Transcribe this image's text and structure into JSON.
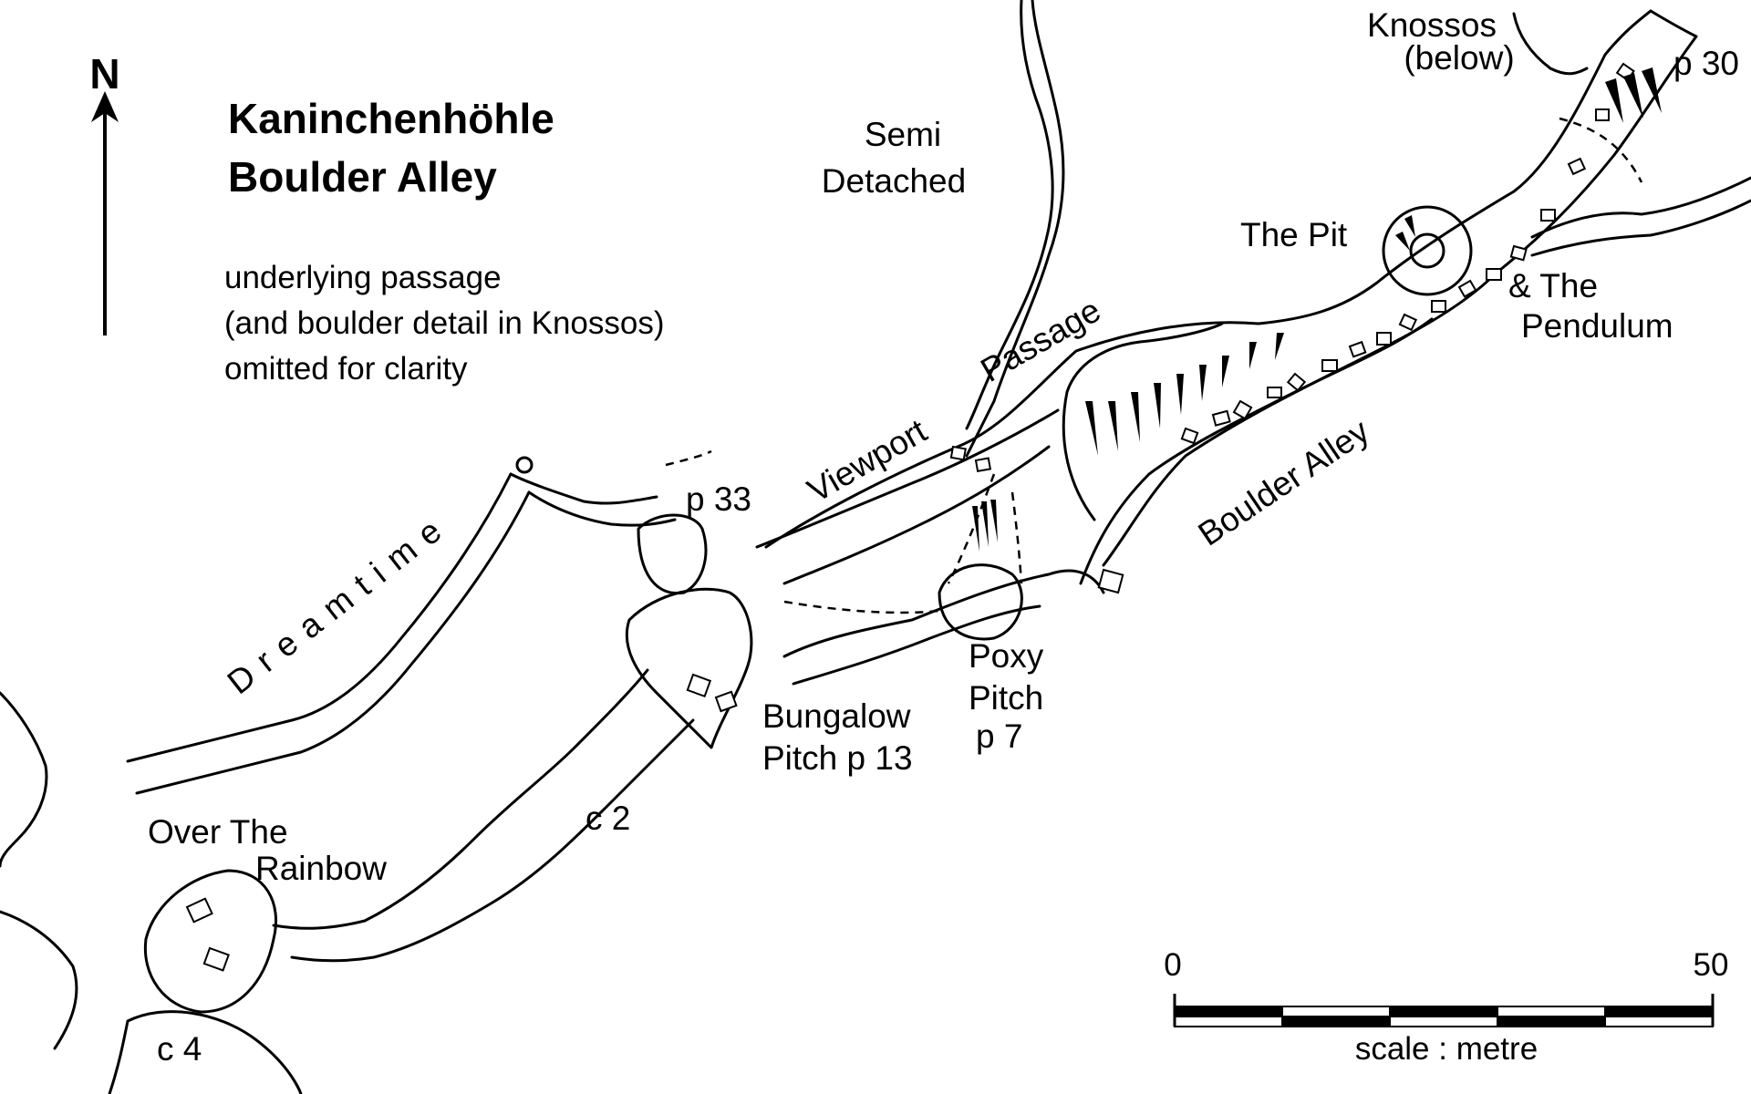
{
  "map": {
    "title_line1": "Kaninchenhöhle",
    "title_line2": "Boulder Alley",
    "note_line1": "underlying passage",
    "note_line2": "(and boulder detail in Knossos)",
    "note_line3": "omitted for clarity",
    "north_label": "N",
    "labels": {
      "knossos": "Knossos",
      "below": "(below)",
      "p30": "p 30",
      "semi": "Semi",
      "detached": "Detached",
      "the_pit": "The Pit",
      "and_the": "& The",
      "pendulum": "Pendulum",
      "passage": "Passage",
      "viewport": "Viewport",
      "p33": "p 33",
      "dreamtime": "Dreamtime",
      "boulder_alley": "Boulder Alley",
      "poxy": "Poxy",
      "pitch_poxy": "Pitch",
      "p7": "p 7",
      "bungalow": "Bungalow",
      "pitch_p13": "Pitch  p 13",
      "c2": "c 2",
      "over_the": "Over The",
      "rainbow": "Rainbow",
      "c4": "c 4"
    },
    "scale": {
      "min_label": "0",
      "max_label": "50",
      "caption": "scale : metre",
      "max_value": 50,
      "segments": 5
    }
  }
}
